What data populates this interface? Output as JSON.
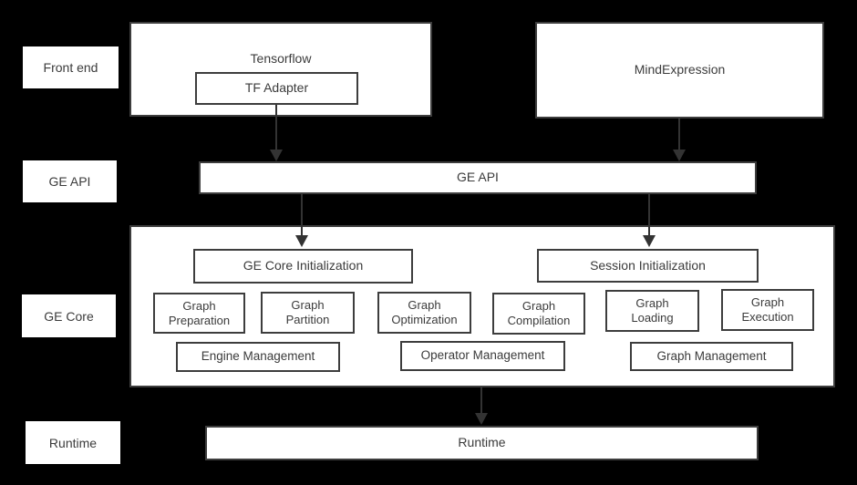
{
  "diagram": {
    "colors": {
      "background": "#000000",
      "box_fill": "#ffffff",
      "border": "#3d3d3d",
      "text": "#3b3b3b",
      "arrow": "#333333"
    },
    "side_labels": {
      "front_end": "Front end",
      "ge_api": "GE API",
      "ge_core": "GE Core",
      "runtime": "Runtime"
    },
    "front_end": {
      "tensorflow": "Tensorflow",
      "tf_adapter": "TF Adapter",
      "mindexpression": "MindExpression"
    },
    "ge_api_bar": "GE API",
    "ge_core": {
      "core_init": "GE Core Initialization",
      "session_init": "Session Initialization",
      "stages": [
        {
          "line1": "Graph",
          "line2": "Preparation"
        },
        {
          "line1": "Graph",
          "line2": "Partition"
        },
        {
          "line1": "Graph",
          "line2": "Optimization"
        },
        {
          "line1": "Graph",
          "line2": "Compilation"
        },
        {
          "line1": "Graph",
          "line2": "Loading"
        },
        {
          "line1": "Graph",
          "line2": "Execution"
        }
      ],
      "management": [
        "Engine Management",
        "Operator Management",
        "Graph Management"
      ]
    },
    "runtime_bar": "Runtime"
  }
}
